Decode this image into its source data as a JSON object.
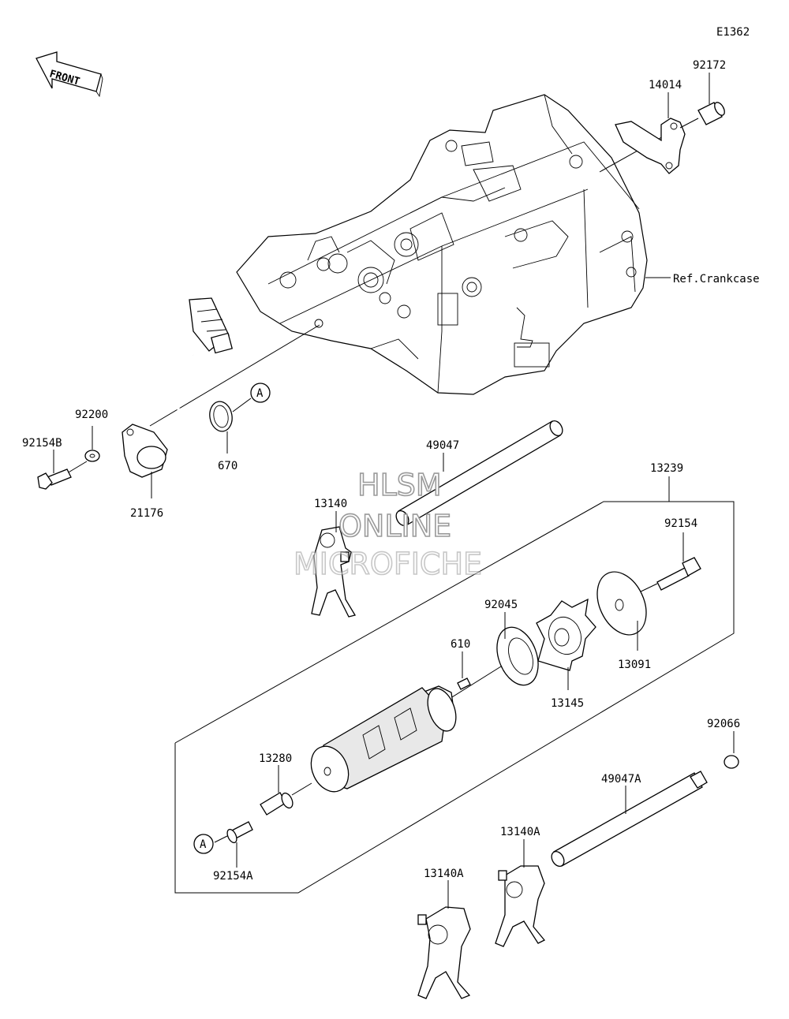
{
  "diagram_code": "E1362",
  "front_label": "FRONT",
  "reference_label": "Ref.Crankcase",
  "watermark": [
    "HLSM",
    "ONLINE",
    "MICROFICHE"
  ],
  "callout_letter": "A",
  "parts": {
    "p92172": "92172",
    "p14014": "14014",
    "p92200": "92200",
    "p92154B": "92154B",
    "p21176": "21176",
    "p670": "670",
    "p49047": "49047",
    "p13239": "13239",
    "p13140": "13140",
    "p92154": "92154",
    "p92045": "92045",
    "p610": "610",
    "p13091": "13091",
    "p13145": "13145",
    "p92066": "92066",
    "p13280": "13280",
    "p49047A": "49047A",
    "p13140A_a": "13140A",
    "p13140A_b": "13140A",
    "p92154A": "92154A"
  }
}
